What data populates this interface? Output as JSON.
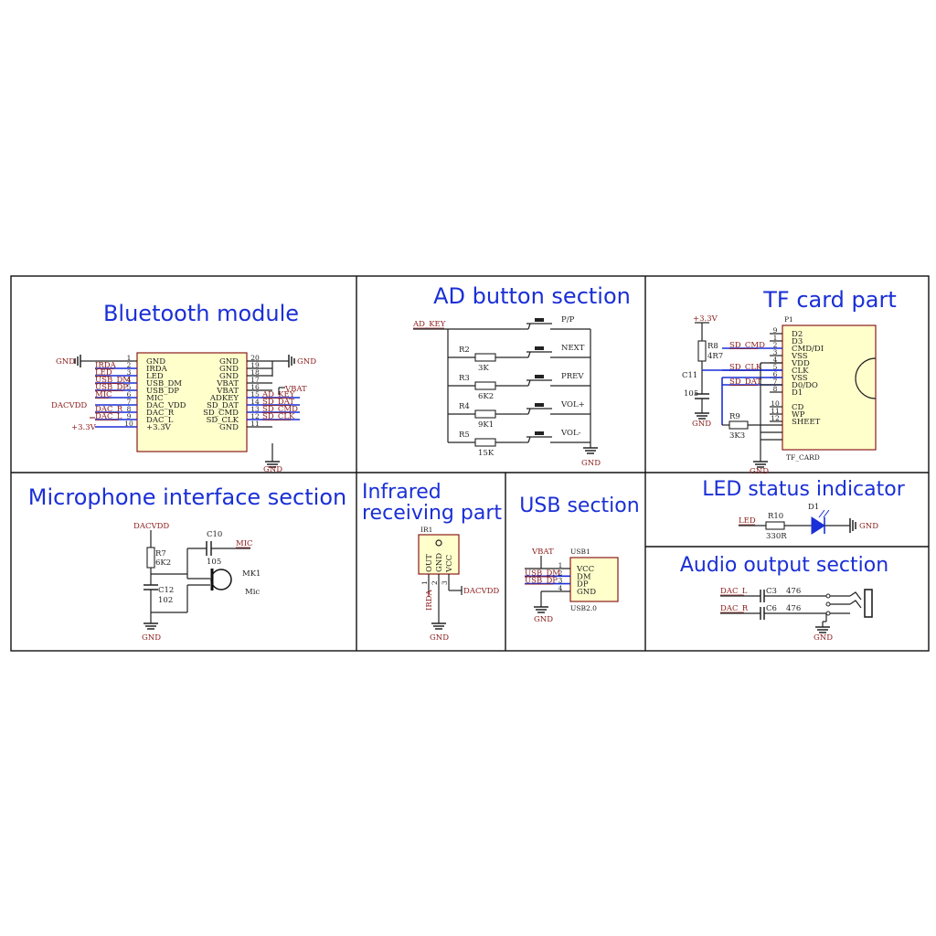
{
  "sections": {
    "bluetooth": {
      "title": "Bluetooth module",
      "left_pins": [
        {
          "num": "1",
          "name": "GND",
          "net": "GND"
        },
        {
          "num": "2",
          "name": "IRDA",
          "net": "IRDA"
        },
        {
          "num": "3",
          "name": "LED",
          "net": "LED"
        },
        {
          "num": "4",
          "name": "USB_DM",
          "net": "USB_DM"
        },
        {
          "num": "5",
          "name": "USB_DP",
          "net": "USB_DP"
        },
        {
          "num": "6",
          "name": "MIC",
          "net": "MIC"
        },
        {
          "num": "7",
          "name": "DAC_VDD",
          "net": "DACVDD"
        },
        {
          "num": "8",
          "name": "DAC_R",
          "net": "DAC_R"
        },
        {
          "num": "9",
          "name": "DAC_L",
          "net": "DAC_L"
        },
        {
          "num": "10",
          "name": "+3.3V",
          "net": "+3.3V"
        }
      ],
      "right_pins": [
        {
          "num": "20",
          "name": "GND",
          "net": ""
        },
        {
          "num": "19",
          "name": "GND",
          "net": ""
        },
        {
          "num": "18",
          "name": "GND",
          "net": ""
        },
        {
          "num": "17",
          "name": "VBAT",
          "net": ""
        },
        {
          "num": "16",
          "name": "VBAT",
          "net": ""
        },
        {
          "num": "15",
          "name": "ADKEY",
          "net": "AD_KEY"
        },
        {
          "num": "14",
          "name": "SD_DAT",
          "net": "SD_DAT"
        },
        {
          "num": "13",
          "name": "SD_CMD",
          "net": "SD_CMD"
        },
        {
          "num": "12",
          "name": "SD_CLK",
          "net": "SD_CLK"
        },
        {
          "num": "11",
          "name": "GND",
          "net": ""
        }
      ],
      "gnd_right": "GND",
      "vbat": "VBAT",
      "gnd_bottom": "GND"
    },
    "ad_button": {
      "title": "AD button section",
      "net": "AD_KEY",
      "buttons": [
        {
          "label": "P/P",
          "res": "",
          "val": ""
        },
        {
          "label": "NEXT",
          "res": "R2",
          "val": "3K"
        },
        {
          "label": "PREV",
          "res": "R3",
          "val": "6K2"
        },
        {
          "label": "VOL+",
          "res": "R4",
          "val": "9K1"
        },
        {
          "label": "VOL-",
          "res": "R5",
          "val": "15K"
        }
      ],
      "gnd": "GND"
    },
    "tf_card": {
      "title": "TF card part",
      "ref": "P1",
      "part": "TF_CARD",
      "vcc": "+3.3V",
      "r8": "R8",
      "r8_val": "4R7",
      "c11": "C11",
      "c11_val": "105",
      "r9": "R9",
      "r9_val": "3K3",
      "gnd1": "GND",
      "gnd2": "GND",
      "pins": [
        {
          "num": "9",
          "name": "D2",
          "net": ""
        },
        {
          "num": "1",
          "name": "D3",
          "net": ""
        },
        {
          "num": "2",
          "name": "CMD/DI",
          "net": "SD_CMD"
        },
        {
          "num": "3",
          "name": "VSS",
          "net": ""
        },
        {
          "num": "4",
          "name": "VDD",
          "net": ""
        },
        {
          "num": "5",
          "name": "CLK",
          "net": "SD_CLK"
        },
        {
          "num": "6",
          "name": "VSS",
          "net": ""
        },
        {
          "num": "7",
          "name": "D0/DO",
          "net": "SD_DAT"
        },
        {
          "num": "8",
          "name": "D1",
          "net": ""
        },
        {
          "num": "10",
          "name": "CD",
          "net": ""
        },
        {
          "num": "11",
          "name": "WP",
          "net": ""
        },
        {
          "num": "12",
          "name": "SHEET",
          "net": ""
        }
      ]
    },
    "microphone": {
      "title": "Microphone interface section",
      "vdd": "DACVDD",
      "r7": "R7",
      "r7_val": "6K2",
      "c10": "C10",
      "c10_val": "105",
      "c12": "C12",
      "c12_val": "102",
      "mk": "MK1",
      "mk_name": "Mic",
      "net": "MIC",
      "gnd": "GND"
    },
    "infrared": {
      "title_line1": "Infrared",
      "title_line2": "receiving part",
      "ref": "IR1",
      "pins": [
        "OUT",
        "GND",
        "VCC"
      ],
      "pin_nums": [
        "1",
        "2",
        "3"
      ],
      "net_out": "IRDA",
      "net_vcc": "DACVDD",
      "gnd": "GND"
    },
    "usb": {
      "title": "USB section",
      "ref": "USB1",
      "part": "USB2.0",
      "pins": [
        {
          "num": "1",
          "name": "VCC",
          "net": "VBAT"
        },
        {
          "num": "2",
          "name": "DM",
          "net": "USB_DM"
        },
        {
          "num": "3",
          "name": "DP",
          "net": "USB_DP"
        },
        {
          "num": "4",
          "name": "GND",
          "net": ""
        }
      ],
      "gnd": "GND"
    },
    "led": {
      "title": "LED status indicator",
      "net": "LED",
      "res": "R10",
      "res_val": "330R",
      "diode": "D1",
      "gnd": "GND"
    },
    "audio": {
      "title": "Audio output section",
      "net_l": "DAC_L",
      "cap_l": "C3",
      "val_l": "476",
      "net_r": "DAC_R",
      "cap_r": "C6",
      "val_r": "476",
      "gnd": "GND"
    }
  }
}
